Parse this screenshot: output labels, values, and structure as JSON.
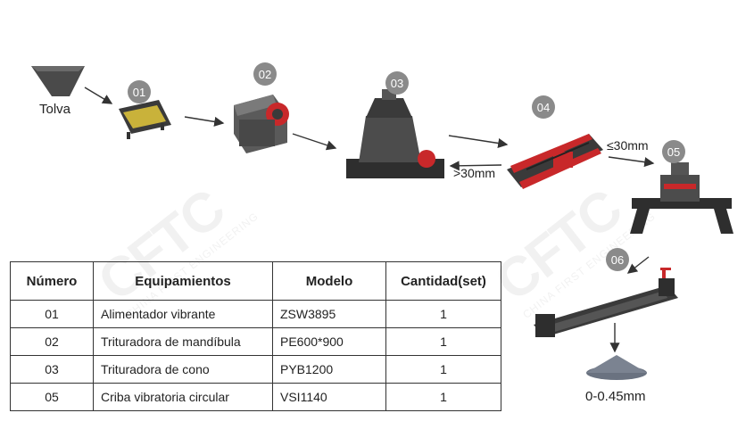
{
  "badges": [
    "01",
    "02",
    "03",
    "04",
    "05",
    "06"
  ],
  "labels": {
    "hopper": "Tolva",
    "fine_size": "≤30mm",
    "coarse_size": ">30mm",
    "product_size": "0-0.45mm"
  },
  "watermark": {
    "logo": "CFTC",
    "text": "CHINA FIRST ENGINEERING"
  },
  "table": {
    "headers": [
      "Número",
      "Equipamientos",
      "Modelo",
      "Cantidad(set)"
    ],
    "rows": [
      [
        "01",
        "Alimentador vibrante",
        "ZSW3895",
        "1"
      ],
      [
        "02",
        "Trituradora de mandíbula",
        "PE600*900",
        "1"
      ],
      [
        "03",
        "Trituradora de cono",
        "PYB1200",
        "1"
      ],
      [
        "05",
        "Criba vibratoria circular",
        "VSI1140",
        "1"
      ]
    ]
  },
  "colors": {
    "badge": "#8a8a8a",
    "machine_dark": "#3a3a3a",
    "machine_red": "#c8282a"
  }
}
